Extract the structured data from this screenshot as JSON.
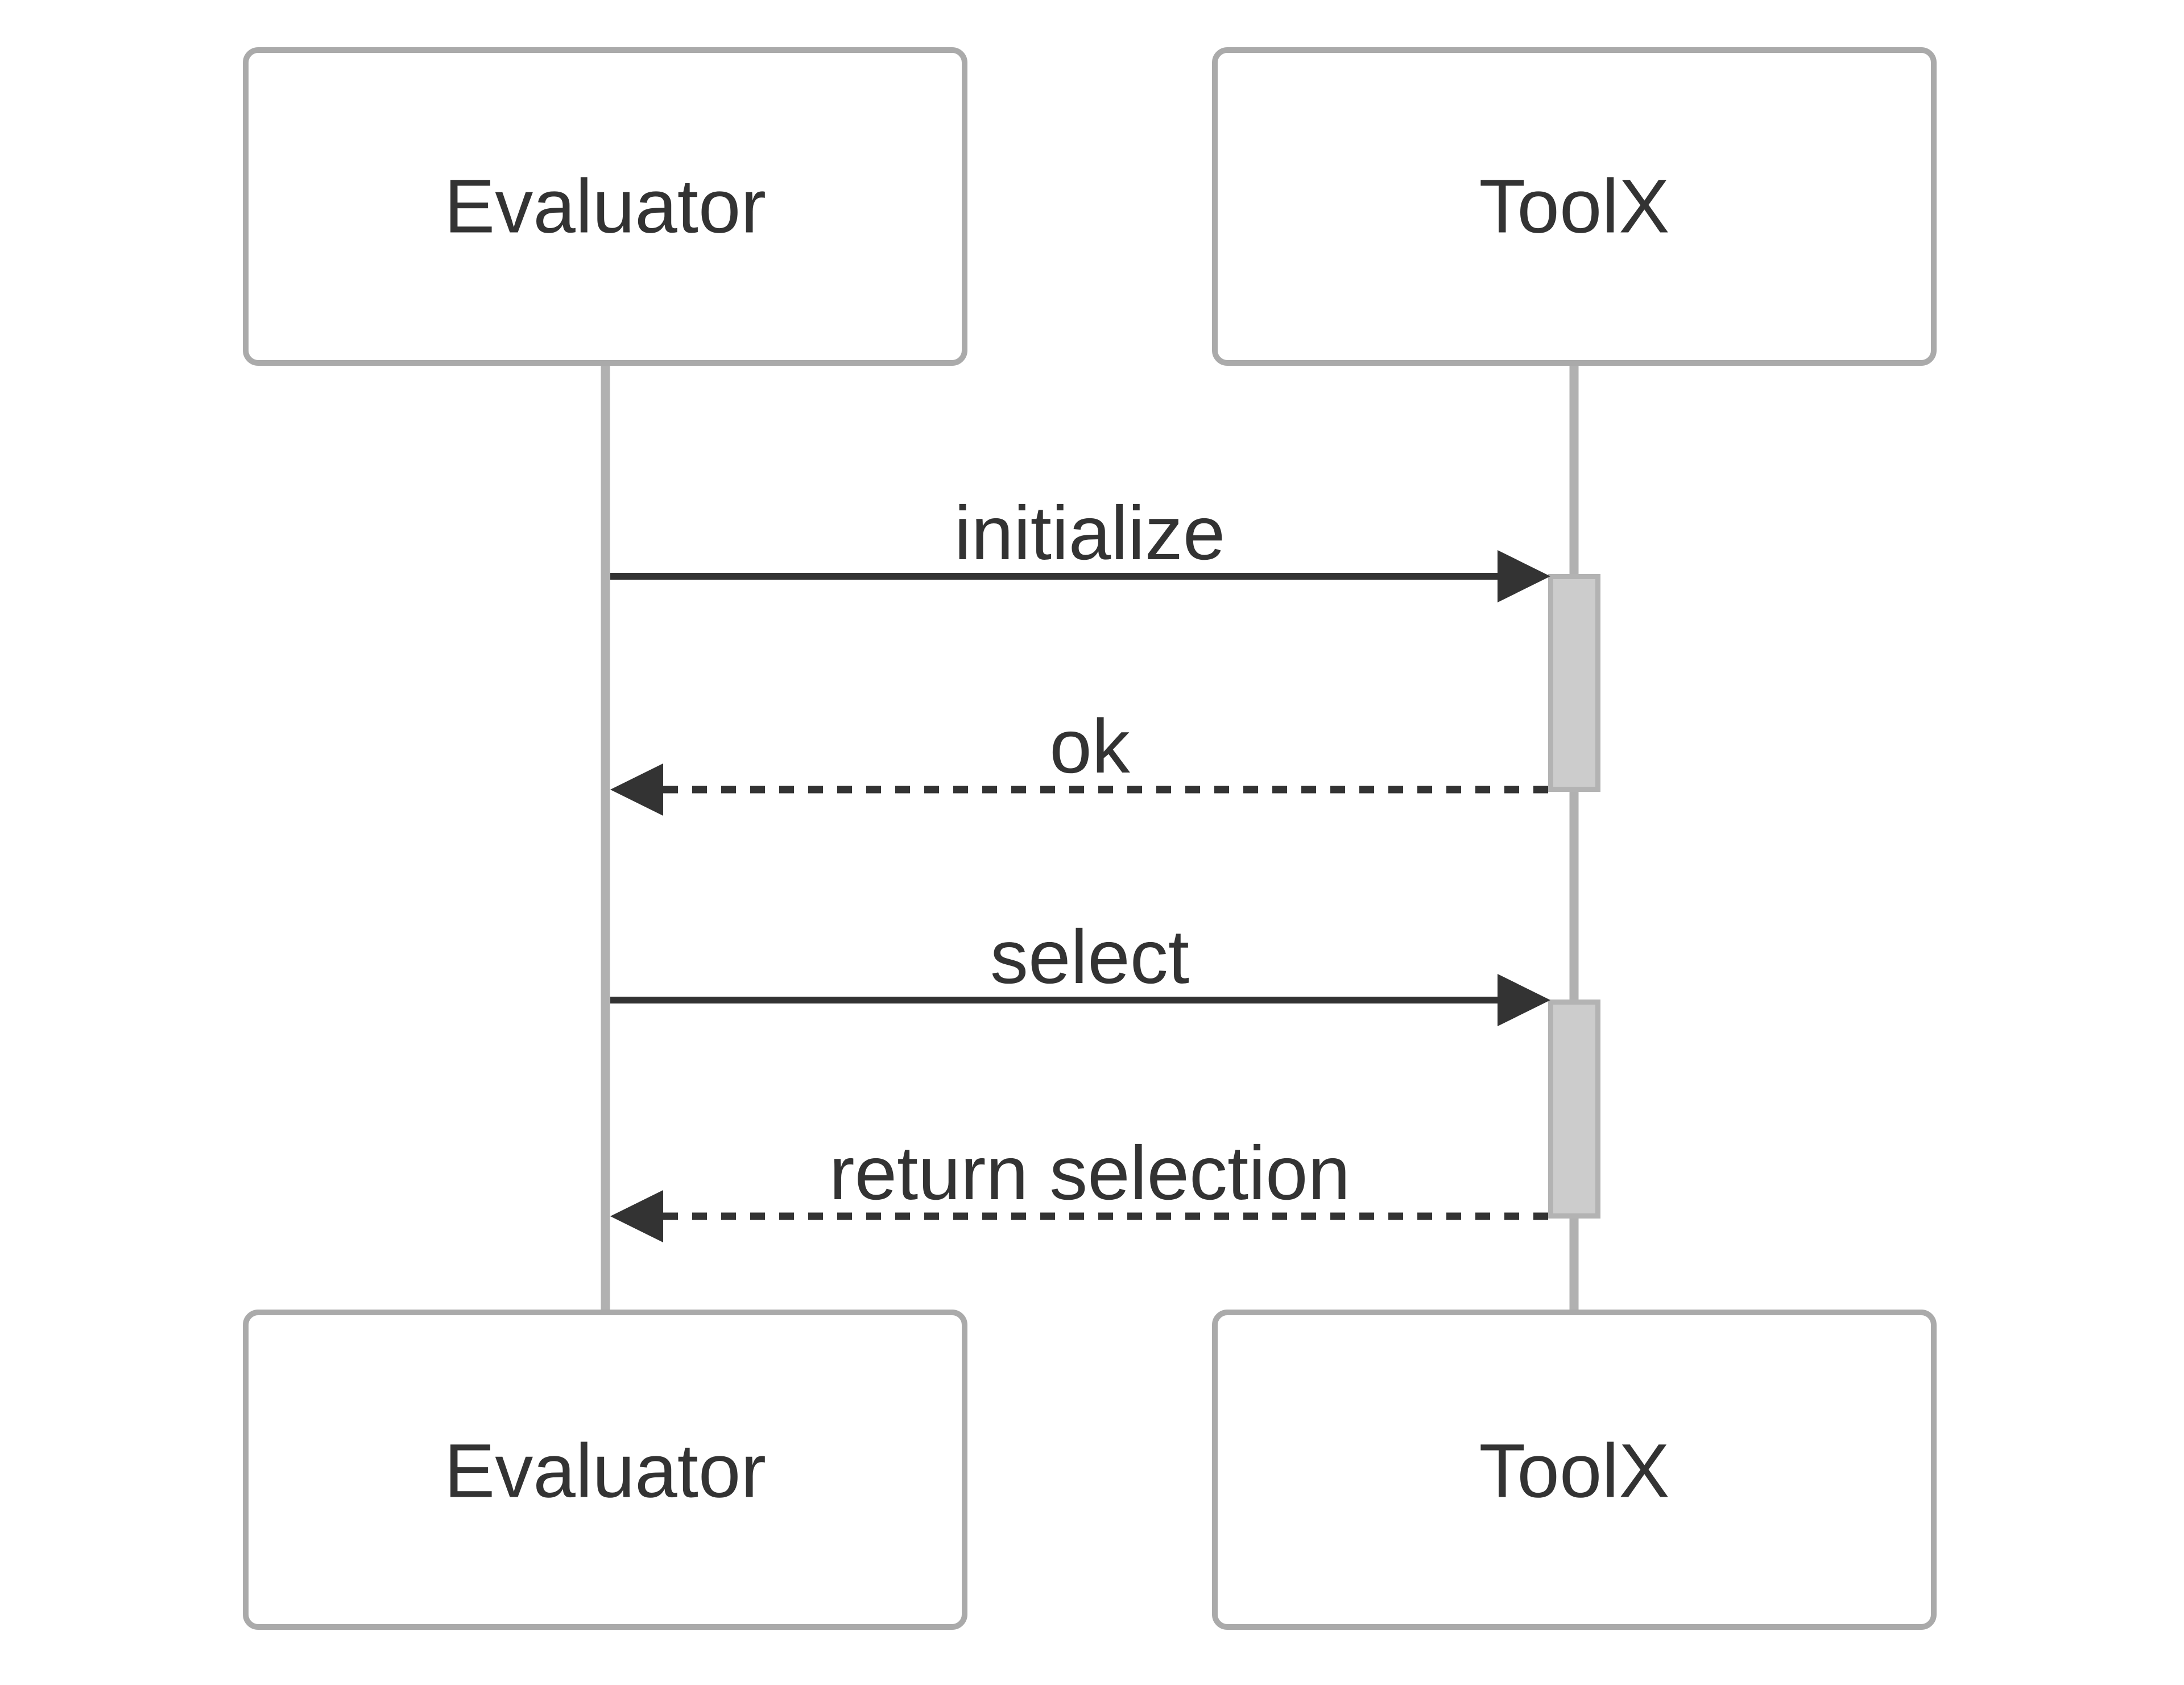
{
  "diagram": {
    "type": "sequence-diagram",
    "background_color": "#ffffff",
    "colors": {
      "actor_fill": "#ffffff",
      "actor_border": "#aaaaaa",
      "actor_text": "#333333",
      "lifeline": "#b1b1b1",
      "activation_fill": "#cccccc",
      "activation_border": "#b3b3b3",
      "message_line": "#333333",
      "message_text": "#333333"
    },
    "actors": [
      {
        "name": "Evaluator"
      },
      {
        "name": "ToolX"
      }
    ],
    "messages": [
      {
        "from": "Evaluator",
        "to": "ToolX",
        "label": "initialize",
        "line_style": "solid",
        "direction": "right"
      },
      {
        "from": "ToolX",
        "to": "Evaluator",
        "label": "ok",
        "line_style": "dashed",
        "direction": "left"
      },
      {
        "from": "Evaluator",
        "to": "ToolX",
        "label": "select",
        "line_style": "solid",
        "direction": "right"
      },
      {
        "from": "ToolX",
        "to": "Evaluator",
        "label": "return selection",
        "line_style": "dashed",
        "direction": "left"
      }
    ],
    "activations": [
      {
        "actor": "ToolX",
        "from_message": "initialize",
        "to_message": "ok"
      },
      {
        "actor": "ToolX",
        "from_message": "select",
        "to_message": "return selection"
      }
    ]
  }
}
